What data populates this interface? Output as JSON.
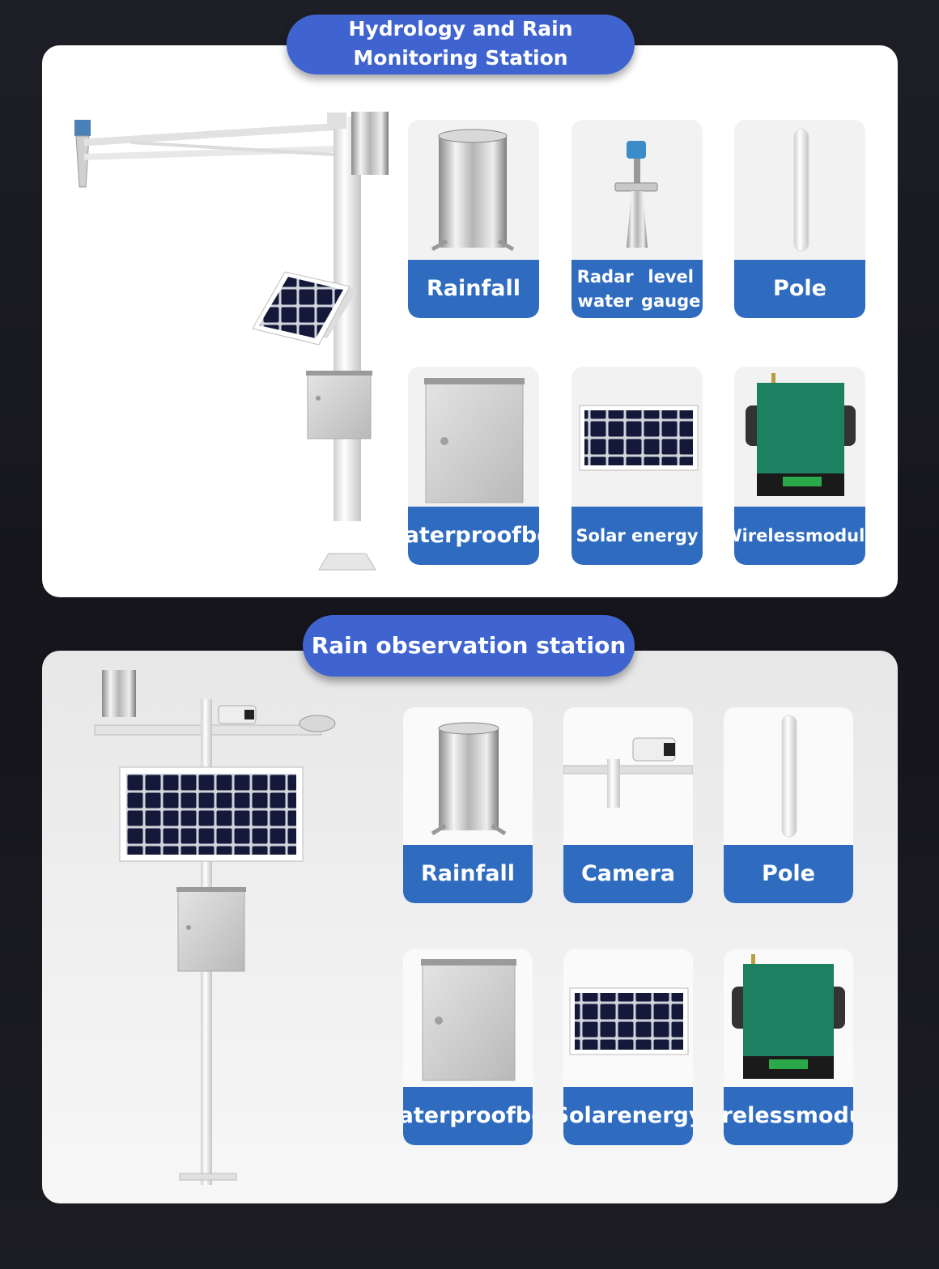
{
  "section1": {
    "title_line1": "Hydrology and Rain",
    "title_line2": "Monitoring Station",
    "items": [
      {
        "label": "Rainfall",
        "icon": "rain-gauge-icon"
      },
      {
        "label_line1": "Radar water",
        "label_line2": "level gauge",
        "icon": "radar-gauge-icon"
      },
      {
        "label": "Pole",
        "icon": "pole-icon"
      },
      {
        "label_line1": "Waterproof",
        "label_line2": "box",
        "icon": "box-icon"
      },
      {
        "label": "Solar energy",
        "icon": "solar-panel-icon"
      },
      {
        "label_line1": "Wireless",
        "label_line2": "module",
        "icon": "wireless-module-icon"
      }
    ]
  },
  "section2": {
    "title": "Rain observation station",
    "items": [
      {
        "label": "Rainfall",
        "icon": "rain-gauge-icon"
      },
      {
        "label": "Camera",
        "icon": "camera-icon"
      },
      {
        "label": "Pole",
        "icon": "pole-icon"
      },
      {
        "label_line1": "Waterproof",
        "label_line2": "box",
        "icon": "box-icon"
      },
      {
        "label_line1": "Solar",
        "label_line2": "energy",
        "icon": "solar-panel-icon"
      },
      {
        "label_line1": "Wireless",
        "label_line2": "module",
        "icon": "wireless-module-icon"
      }
    ]
  },
  "colors": {
    "accent": "#3f64d0",
    "label_bg": "#2f6cc0",
    "background": "#1a1a20"
  }
}
